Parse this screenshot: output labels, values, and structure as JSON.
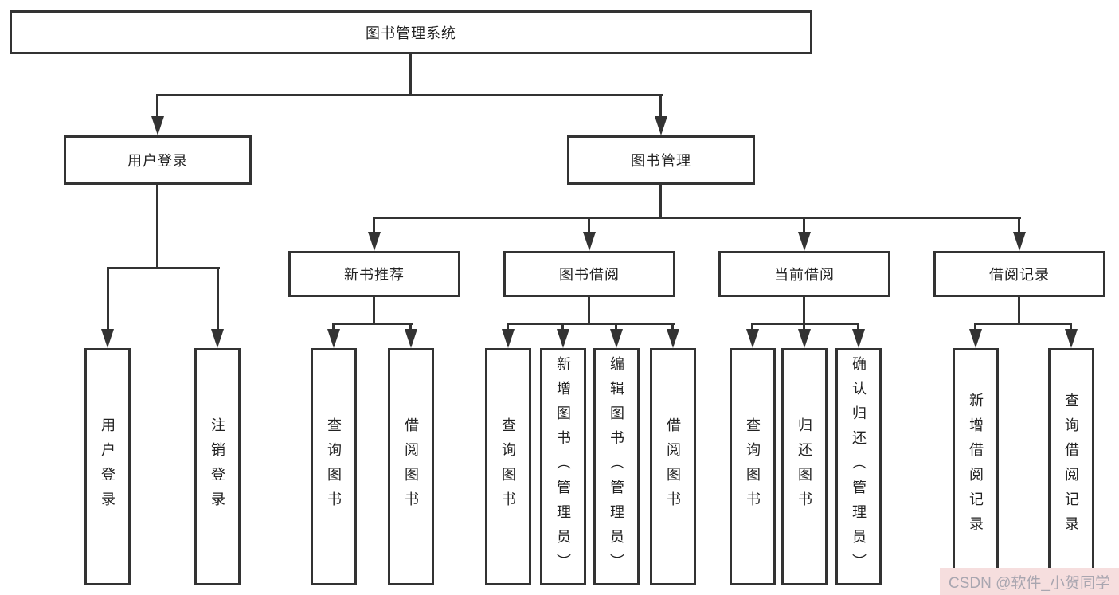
{
  "colors": {
    "line": "#333333",
    "text": "#222222",
    "watermark": "#a9a6b0",
    "watermark_bg": "#f6dede"
  },
  "nodes": {
    "root": "图书管理系统",
    "user_login": "用户登录",
    "book_mgmt": "图书管理",
    "new_book_rec": "新书推荐",
    "book_borrow": "图书借阅",
    "current_borrow": "当前借阅",
    "borrow_records": "借阅记录",
    "leaf_user_login": "用户登录",
    "leaf_logout": "注销登录",
    "leaf_nb_search": "查询图书",
    "leaf_nb_borrow": "借阅图书",
    "leaf_bb_search": "查询图书",
    "leaf_bb_add": "新增图书（管理员）",
    "leaf_bb_edit": "编辑图书（管理员）",
    "leaf_bb_borrow": "借阅图书",
    "leaf_cb_search": "查询图书",
    "leaf_cb_return": "归还图书",
    "leaf_cb_confirm": "确认归还（管理员）",
    "leaf_br_add": "新增借阅记录",
    "leaf_br_search": "查询借阅记录"
  },
  "watermark": "CSDN @软件_小贺同学"
}
